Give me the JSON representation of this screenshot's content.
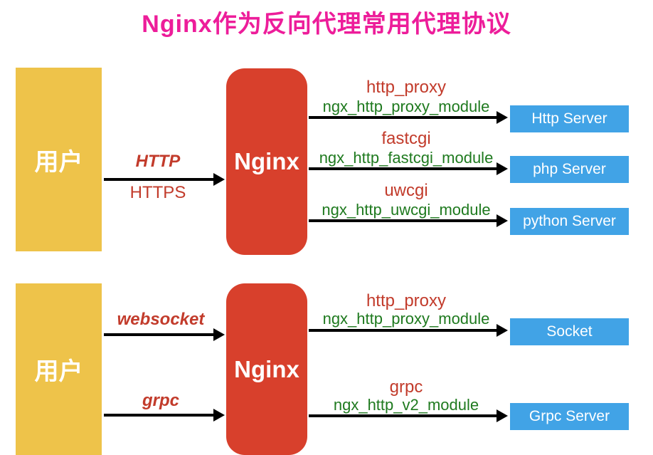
{
  "title": "Nginx作为反向代理常用代理协议",
  "colors": {
    "title": "#ed1d9a",
    "user_box": "#eec34a",
    "nginx_box": "#d8402c",
    "server_box": "#41a3e6",
    "protocol_text": "#c23b2b",
    "module_text": "#1f7a1f",
    "arrow": "#000000"
  },
  "top": {
    "user_label": "用户",
    "nginx_label": "Nginx",
    "input_labels": [
      "HTTP",
      "HTTPS"
    ],
    "routes": [
      {
        "protocol": "http_proxy",
        "module": "ngx_http_proxy_module",
        "server": "Http Server"
      },
      {
        "protocol": "fastcgi",
        "module": "ngx_http_fastcgi_module",
        "server": "php Server"
      },
      {
        "protocol": "uwcgi",
        "module": "ngx_http_uwcgi_module",
        "server": "python Server"
      }
    ]
  },
  "bottom": {
    "user_label": "用户",
    "nginx_label": "Nginx",
    "input_labels": [
      "websocket",
      "grpc"
    ],
    "routes": [
      {
        "protocol": "http_proxy",
        "module": "ngx_http_proxy_module",
        "server": "Socket"
      },
      {
        "protocol": "grpc",
        "module": "ngx_http_v2_module",
        "server": "Grpc Server"
      }
    ]
  }
}
